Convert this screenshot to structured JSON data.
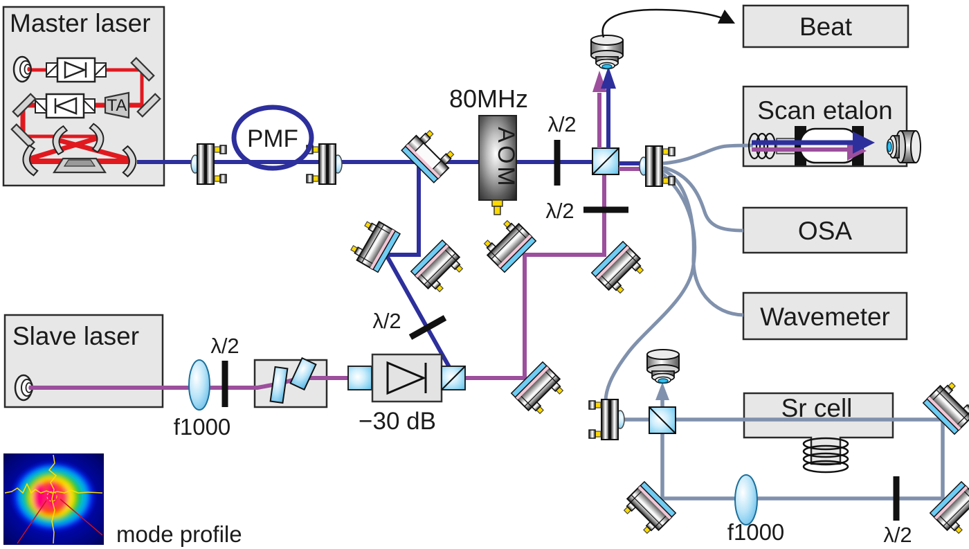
{
  "diagram": {
    "labels": {
      "master_laser": "Master laser",
      "ta": "TA",
      "pmf": "PMF",
      "aom_freq": "80MHz",
      "aom": "AOM",
      "half_wave": "λ/2",
      "beat": "Beat",
      "scan_etalon": "Scan etalon",
      "osa": "OSA",
      "wavemeter": "Wavemeter",
      "sr_cell": "Sr cell",
      "slave_laser": "Slave laser",
      "lens_f1000": "f1000",
      "isolation": "−30 dB",
      "mode_profile": "mode profile"
    },
    "colors": {
      "master_beam_red": "#e0191f",
      "blue_beam": "#2d2f9c",
      "purple_beam": "#9c4f9c",
      "fiber_gray_blue": "#8091ad",
      "box_fill": "#e7e7e7",
      "optic_blue": "#6fccf3",
      "screw_yellow": "#ffd900"
    }
  }
}
